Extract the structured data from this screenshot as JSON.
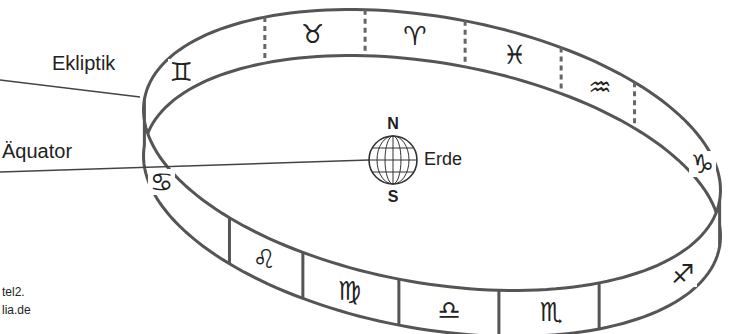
{
  "diagram": {
    "nodes": [
      {
        "text": [
          "♊"
        ]
      },
      {
        "text": [
          "♉"
        ]
      },
      {
        "text": [
          "♈"
        ]
      },
      {
        "text": [
          "♓"
        ]
      },
      {
        "text": [
          "♒"
        ]
      },
      {
        "text": [
          "♑"
        ]
      },
      {
        "text": [
          "♋"
        ]
      },
      {
        "text": [
          "♌"
        ]
      },
      {
        "text": [
          "♍"
        ]
      },
      {
        "text": [
          "♎"
        ]
      },
      {
        "text": [
          "♏"
        ]
      },
      {
        "text": [
          "♐"
        ]
      }
    ],
    "labels": [
      "Ekliptik",
      "Äquator",
      "N",
      "S",
      "Erde",
      "tel2.",
      "lia.de"
    ]
  }
}
